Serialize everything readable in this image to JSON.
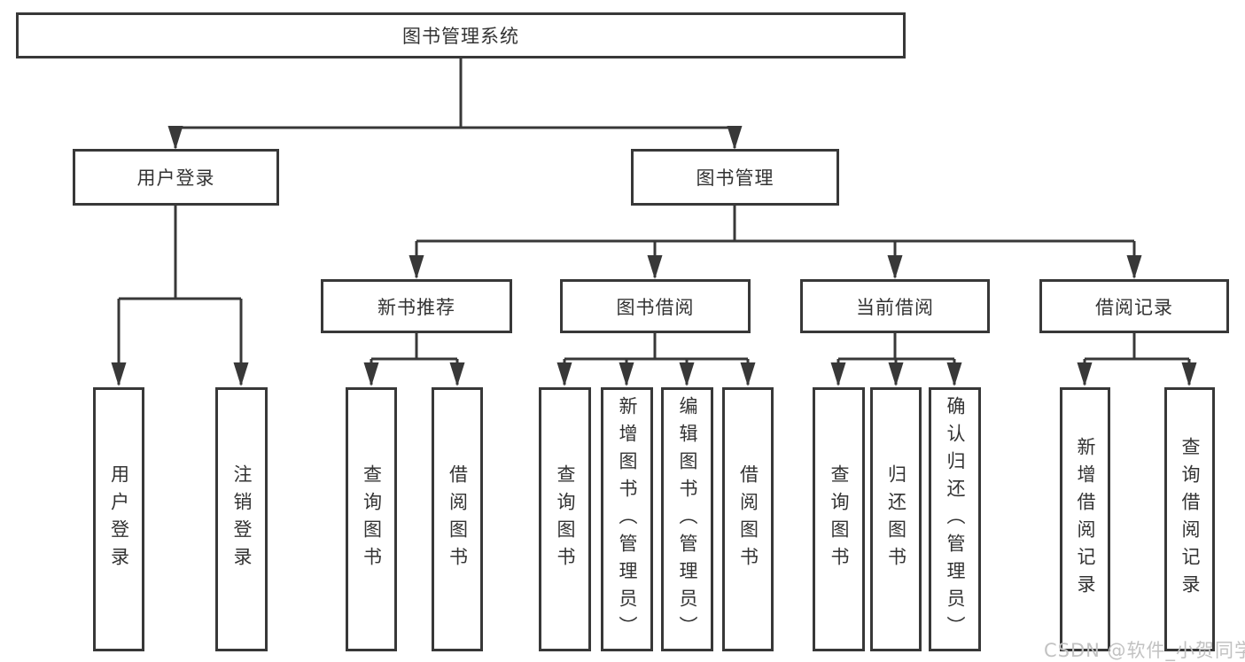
{
  "tree": {
    "root": "图书管理系统",
    "branches": [
      {
        "label": "用户登录",
        "leaves": [
          "用户登录",
          "注销登录"
        ]
      },
      {
        "label": "图书管理",
        "groups": [
          {
            "label": "新书推荐",
            "leaves": [
              "查询图书",
              "借阅图书"
            ]
          },
          {
            "label": "图书借阅",
            "leaves": [
              "查询图书",
              "新增图书（管理员）",
              "编辑图书（管理员）",
              "借阅图书"
            ]
          },
          {
            "label": "当前借阅",
            "leaves": [
              "查询图书",
              "归还图书",
              "确认归还（管理员）"
            ]
          },
          {
            "label": "借阅记录",
            "leaves": [
              "新增借阅记录",
              "查询借阅记录"
            ]
          }
        ]
      }
    ]
  },
  "watermark": "CSDN @软件_小贺同学",
  "colors": {
    "line": "#383838",
    "text": "#333333",
    "watermark": "#c2c2c2",
    "background": "#ffffff"
  }
}
